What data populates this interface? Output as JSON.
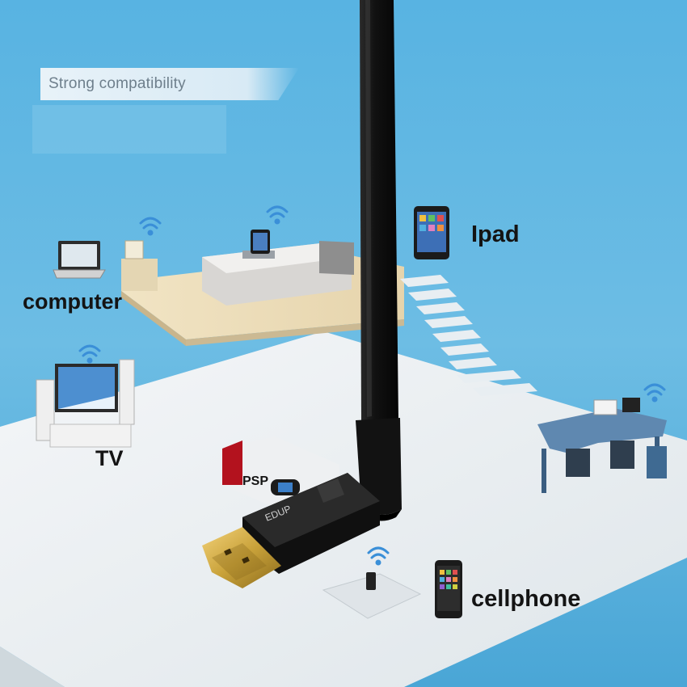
{
  "banner": {
    "text": "Strong compatibility"
  },
  "labels": {
    "computer": "computer",
    "ipad": "Ipad",
    "tv": "TV",
    "psp": "PSP",
    "cellphone": "cellphone"
  },
  "adapter": {
    "brand": "EDUP"
  },
  "colors": {
    "background": "#5cb0dc",
    "floor": "#e9eef1",
    "antenna": "#141414",
    "usb_gold": "#c9a23a"
  }
}
